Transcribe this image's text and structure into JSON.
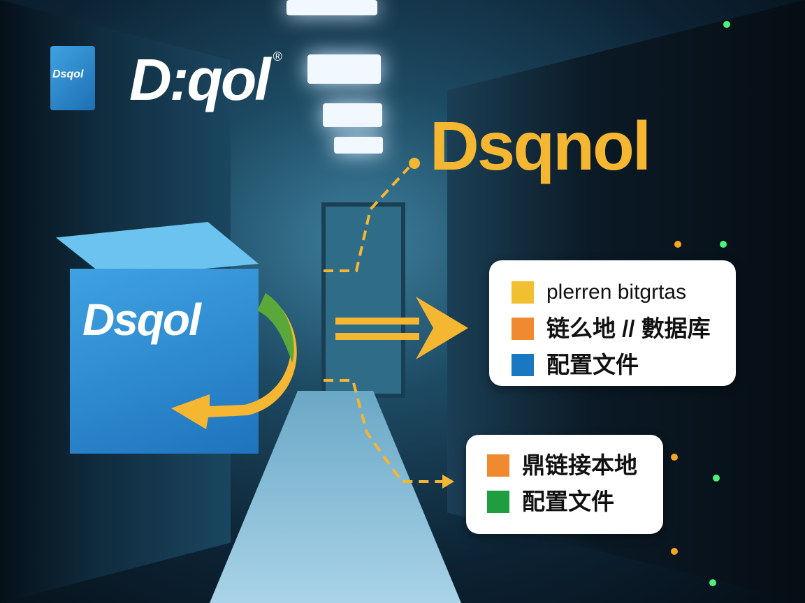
{
  "logo": {
    "mark_text": "Dsqol",
    "wordmark": "D:qol",
    "registered": "®"
  },
  "headline": "Dsqnol",
  "cube_label": "Dsqol",
  "card_top": {
    "items": [
      {
        "label": "plerren bitgrtas",
        "color": "#f0c030"
      },
      {
        "label": "链么地 // 數据库",
        "color": "#f08a30"
      },
      {
        "label": "配置文件",
        "color": "#1a78c2"
      }
    ]
  },
  "card_bottom": {
    "items": [
      {
        "label": "鼎链接本地",
        "color": "#f08a30"
      },
      {
        "label": "配置文件",
        "color": "#1e9e3e"
      }
    ]
  },
  "colors": {
    "accent_yellow": "#f5b731",
    "cube_blue": "#2b8bd0"
  }
}
